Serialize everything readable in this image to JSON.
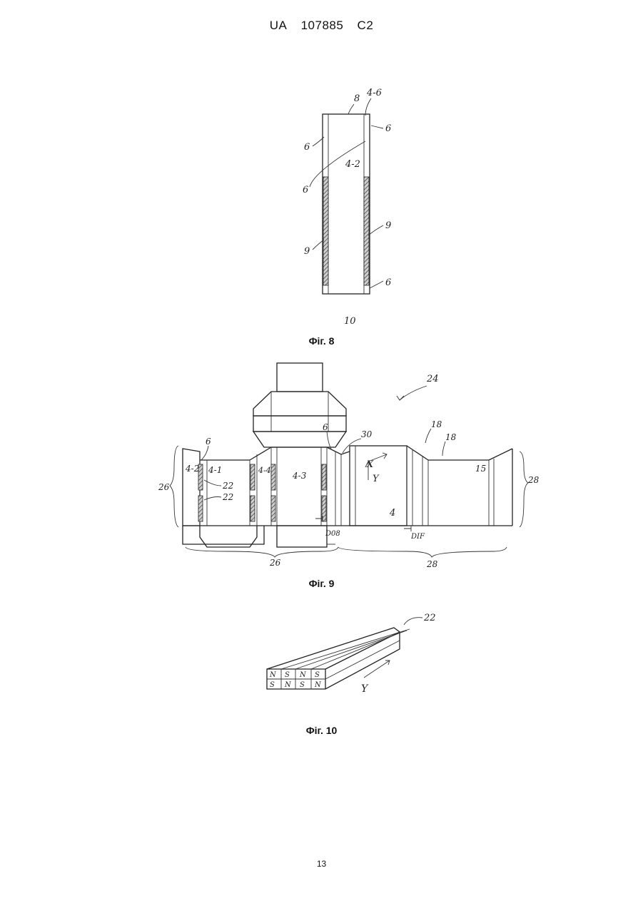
{
  "header": {
    "country": "UA",
    "number": "107885",
    "kind": "C2"
  },
  "figures": {
    "fig8": {
      "caption": "Фіг. 8",
      "labels": {
        "l8": "8",
        "l46": "4-6",
        "l6a": "6",
        "l6b": "6",
        "l6c": "6",
        "l6d": "6",
        "l42": "4-2",
        "l9a": "9",
        "l9b": "9",
        "l10": "10"
      }
    },
    "fig9": {
      "caption": "Фіг. 9",
      "labels": {
        "l24": "24",
        "l42": "4-2",
        "l6a": "6",
        "l41": "4-1",
        "l22a": "22",
        "l22b": "22",
        "l44": "4-4",
        "l43": "4-3",
        "l6b": "6",
        "l30": "30",
        "lx": "X",
        "ly": "Y",
        "l18a": "18",
        "l18b": "18",
        "l15": "15",
        "l4": "4",
        "l26a": "26",
        "l28a": "28",
        "l26b": "26",
        "l28b": "28",
        "l008": "D08",
        "ldif": "DIF"
      }
    },
    "fig10": {
      "caption": "Фіг. 10",
      "labels": {
        "l22": "22",
        "ly": "Y",
        "top": [
          "N",
          "S",
          "N",
          "S"
        ],
        "bottom": [
          "S",
          "N",
          "S",
          "N"
        ]
      }
    }
  },
  "page_number": "13"
}
